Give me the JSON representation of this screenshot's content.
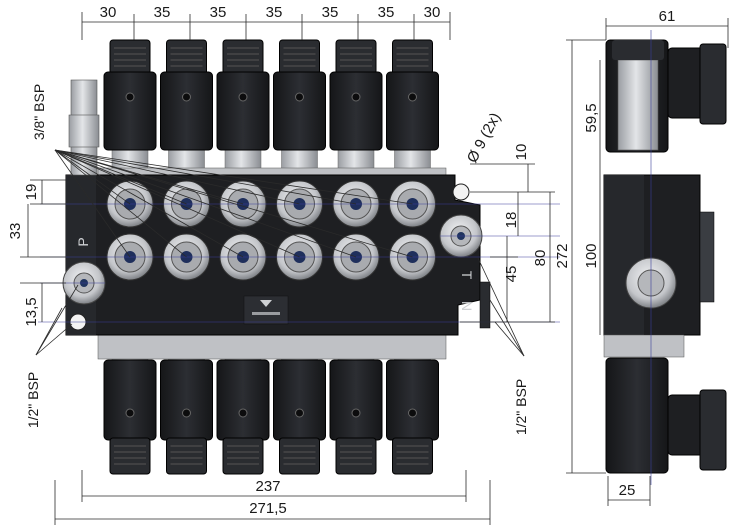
{
  "dimensions": {
    "top": [
      "30",
      "35",
      "35",
      "35",
      "35",
      "35",
      "30"
    ],
    "bottom_inner": "237",
    "bottom_outer": "271,5",
    "right_of_block": [
      "10",
      "18",
      "45",
      "80",
      "272"
    ],
    "left_of_block": [
      "19",
      "33",
      "13,5"
    ],
    "hole": "Ø 9 (2x)",
    "side_width": "61",
    "side_top": "59,5",
    "side_mid": "100",
    "side_bottom": "25"
  },
  "labels": {
    "port_top_left": "3/8\" BSP",
    "port_bottom_left": "1/2\" BSP",
    "port_bottom_right": "1/2\" BSP",
    "port_p": "P",
    "port_t": "T",
    "port_n": "N"
  },
  "sections": {
    "count": 6
  },
  "colors": {
    "body": "#1e1f22",
    "body_highlight": "#34363b",
    "metal": "#c9cbcf",
    "metal_dark": "#8e9196",
    "dimension_line": "#2a2a2a",
    "center_line": "#3a3f9a"
  }
}
